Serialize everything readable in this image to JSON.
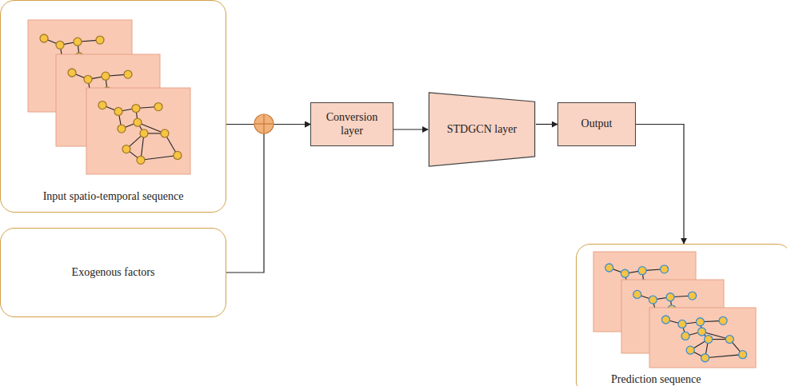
{
  "diagram": {
    "nodes": [
      {
        "text": [
          "Input spatio-temporal sequence"
        ]
      },
      {
        "text": [
          "Exogenous factors"
        ]
      },
      {
        "text": [
          "Conversion layer"
        ]
      },
      {
        "text": [
          "STDGCN layer"
        ]
      },
      {
        "text": [
          "Output"
        ]
      },
      {
        "text": [
          "Prediction sequence"
        ]
      }
    ],
    "edges": [
      {
        "from": 0,
        "to": 2,
        "arrow": "to"
      },
      {
        "from": 1,
        "to": 2,
        "arrow": "to"
      },
      {
        "from": 2,
        "to": 3,
        "arrow": "to"
      },
      {
        "from": 3,
        "to": 4,
        "arrow": "to"
      },
      {
        "from": 4,
        "to": 5,
        "arrow": "to"
      }
    ]
  }
}
